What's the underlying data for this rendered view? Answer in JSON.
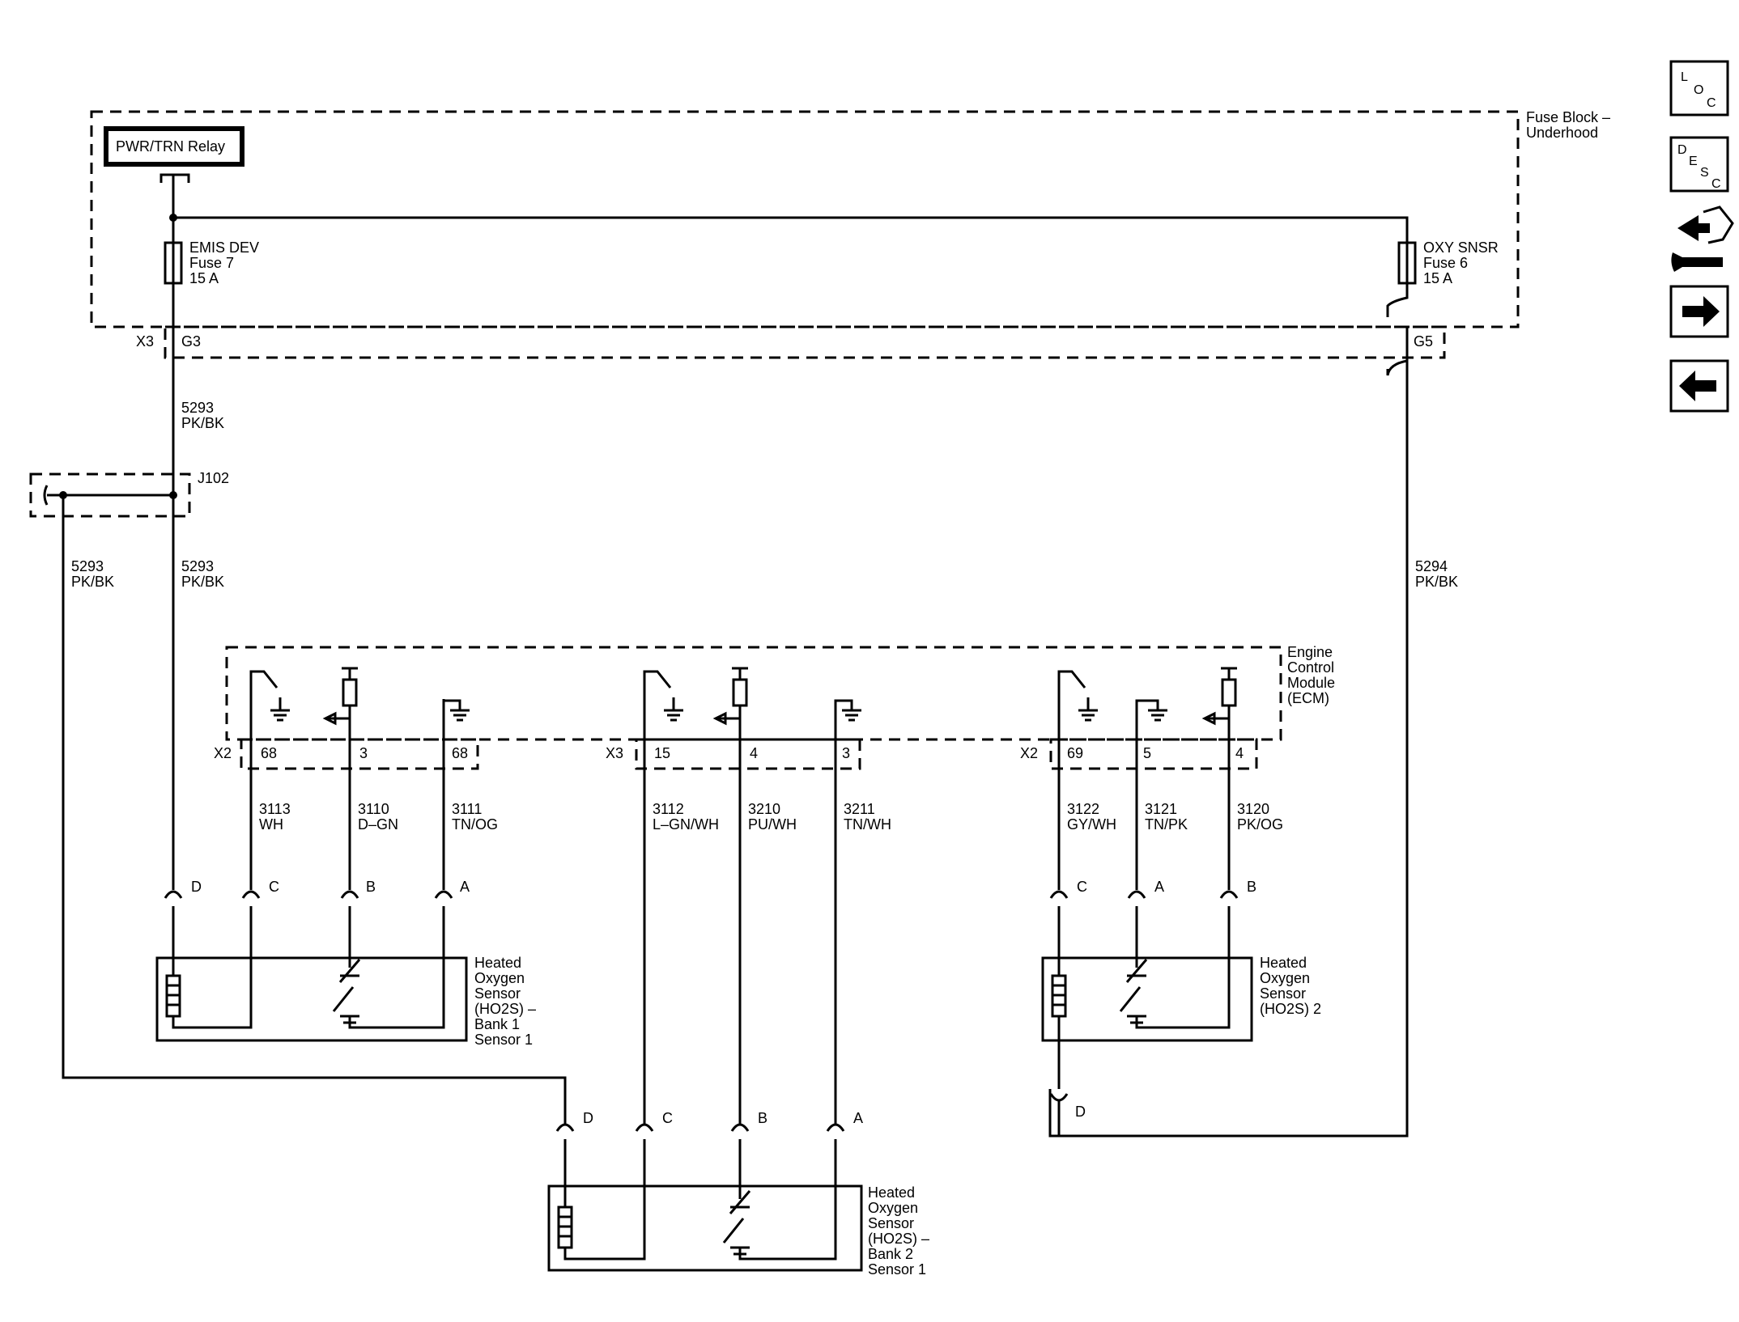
{
  "components": {
    "relay": "PWR/TRN Relay",
    "fuse_block": [
      "Fuse Block –",
      "Underhood"
    ],
    "fuse_left": [
      "EMIS DEV",
      "Fuse 7",
      "15 A"
    ],
    "fuse_right": [
      "OXY SNSR",
      "Fuse 6",
      "15 A"
    ],
    "ecm": [
      "Engine",
      "Control",
      "Module",
      "(ECM)"
    ],
    "splice": "J102",
    "sensor_b1s1": [
      "Heated",
      "Oxygen",
      "Sensor",
      "(HO2S)  –",
      "Bank 1",
      "Sensor 1"
    ],
    "sensor_2": [
      "Heated",
      "Oxygen",
      "Sensor",
      "(HO2S) 2"
    ],
    "sensor_b2s1": [
      "Heated",
      "Oxygen",
      "Sensor",
      "(HO2S)  –",
      "Bank 2",
      "Sensor 1"
    ]
  },
  "connectors": {
    "x3_fuse": "X3",
    "g3": "G3",
    "g5": "G5",
    "x2_left": "X2",
    "x3_mid": "X3",
    "x2_right": "X2"
  },
  "ecm_pins": {
    "left": [
      "68",
      "3",
      "68"
    ],
    "mid": [
      "15",
      "4",
      "3"
    ],
    "right": [
      "69",
      "5",
      "4"
    ]
  },
  "wires": {
    "w5293_top": [
      "5293",
      "PK/BK"
    ],
    "w5293_left": [
      "5293",
      "PK/BK"
    ],
    "w5293_right": [
      "5293",
      "PK/BK"
    ],
    "w5294": [
      "5294",
      "PK/BK"
    ],
    "w3113": [
      "3113",
      "WH"
    ],
    "w3110": [
      "3110",
      "D–GN"
    ],
    "w3111": [
      "3111",
      "TN/OG"
    ],
    "w3112": [
      "3112",
      "L–GN/WH"
    ],
    "w3210": [
      "3210",
      "PU/WH"
    ],
    "w3211": [
      "3211",
      "TN/WH"
    ],
    "w3122": [
      "3122",
      "GY/WH"
    ],
    "w3121": [
      "3121",
      "TN/PK"
    ],
    "w3120": [
      "3120",
      "PK/OG"
    ]
  },
  "sensor_pins": {
    "b1s1": [
      "D",
      "C",
      "B",
      "A"
    ],
    "s2": [
      "C",
      "A",
      "B"
    ],
    "s2_d": "D",
    "b2s1": [
      "D",
      "C",
      "B",
      "A"
    ]
  },
  "nav_buttons": {
    "loc": [
      "L",
      "O",
      "C"
    ],
    "desc": [
      "D",
      "E",
      "S",
      "C"
    ],
    "icons": [
      "connector-tool-icon",
      "arrow-right-icon",
      "arrow-left-icon"
    ]
  }
}
